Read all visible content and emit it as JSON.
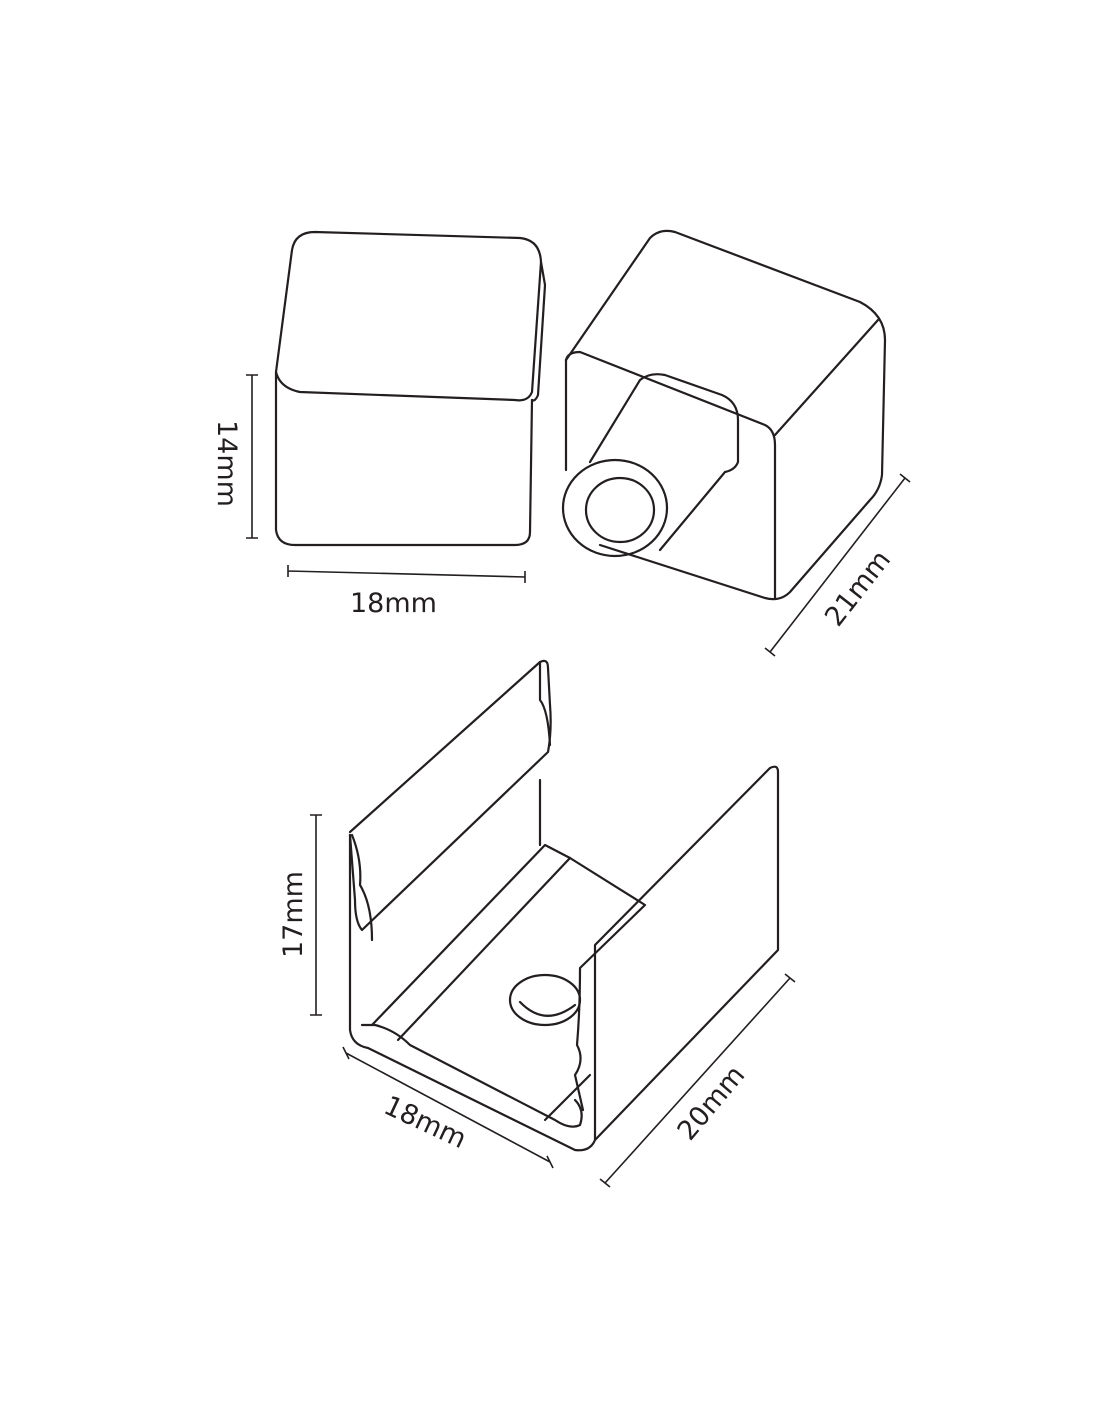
{
  "title": "Product dimension drawing",
  "end_cap_plain": {
    "height_label": "14mm",
    "width_label": "18mm"
  },
  "end_cap_with_entry": {
    "depth_label": "21mm"
  },
  "mounting_clip": {
    "height_label": "17mm",
    "width_label": "18mm",
    "depth_label": "20mm"
  },
  "colors": {
    "line": "#231f20",
    "background": "#ffffff"
  }
}
